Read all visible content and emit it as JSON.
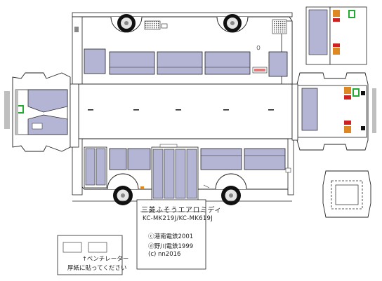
{
  "model_title": "三菱ふそうエアロミディ",
  "model_codes": "KC-MK219J/KC-MK619J",
  "credits": [
    "ⓒ港南電鉄2001",
    "ⓓ野川電鉄1999",
    "(c) nn2016"
  ],
  "vent_note": {
    "arrow": "↑",
    "line1": "ベンチレーター",
    "line2": "厚紙に貼ってください"
  },
  "colors": {
    "window": "#b4b4d4",
    "window_dark": "#9a9ac0",
    "outline": "#222222",
    "body_white": "#ffffff",
    "tire": "#111111",
    "hub": "#e5e5e5",
    "shadow_gray": "#bfbfbf",
    "indicator_green": "#22aa33",
    "tail_red": "#cc2222",
    "tail_amber": "#dd8822"
  }
}
